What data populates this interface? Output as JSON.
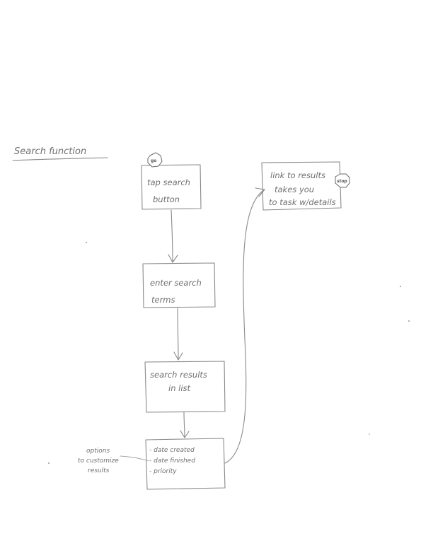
{
  "title": "Search function",
  "steps": [
    {
      "lines": [
        "tap search",
        "button"
      ],
      "badge": "go"
    },
    {
      "lines": [
        "enter search",
        "terms"
      ]
    },
    {
      "lines": [
        "search results",
        "in list"
      ]
    },
    {
      "lines": [
        "- date created",
        "- date finished",
        "- priority"
      ]
    }
  ],
  "end_step": {
    "lines": [
      "link to results",
      "takes you",
      "to task w/details"
    ],
    "badge": "stop"
  },
  "side_note": {
    "lines": [
      "options",
      "to customize",
      "results"
    ]
  }
}
